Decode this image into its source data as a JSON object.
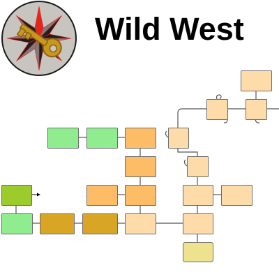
{
  "title": "Wild West",
  "logo": {
    "emblem": "compass-star-with-key",
    "colors": {
      "ring": "#c8c4c0",
      "ring_border": "#1a1a1a",
      "star_dark": "#1f1f1f",
      "star_gray": "#7d7d7d",
      "star_red": "#e3261c",
      "key_gold": "#c9961e",
      "key_outline": "#8a6410"
    }
  },
  "map": {
    "nodes": [
      {
        "id": "n-top-right-peak",
        "color": "#fddcaa"
      },
      {
        "id": "n-right-1",
        "color": "#fddcaa"
      },
      {
        "id": "n-right-2",
        "color": "#fddcaa"
      },
      {
        "id": "n-green-1",
        "color": "#8fed8f"
      },
      {
        "id": "n-green-2",
        "color": "#8fed8f"
      },
      {
        "id": "n-orange-1",
        "color": "#fdbd66"
      },
      {
        "id": "n-branch-1",
        "color": "#fddcaa"
      },
      {
        "id": "n-orange-2",
        "color": "#fdbd66"
      },
      {
        "id": "n-branch-2",
        "color": "#fddcaa"
      },
      {
        "id": "n-start",
        "color": "#9bcc2c"
      },
      {
        "id": "n-orange-3",
        "color": "#fdbd66"
      },
      {
        "id": "n-orange-4",
        "color": "#fdbd66"
      },
      {
        "id": "n-peach-1",
        "color": "#fddcaa"
      },
      {
        "id": "n-peach-2",
        "color": "#fddcaa"
      },
      {
        "id": "n-green-3",
        "color": "#8fed8f"
      },
      {
        "id": "n-gold-1",
        "color": "#d8a524"
      },
      {
        "id": "n-gold-2",
        "color": "#d8a524"
      },
      {
        "id": "n-peach-3",
        "color": "#fddcaa"
      },
      {
        "id": "n-peach-4",
        "color": "#fddcaa"
      },
      {
        "id": "n-final",
        "color": "#efe28e"
      }
    ],
    "line_color": "#555555",
    "arrow_color": "#000000"
  }
}
